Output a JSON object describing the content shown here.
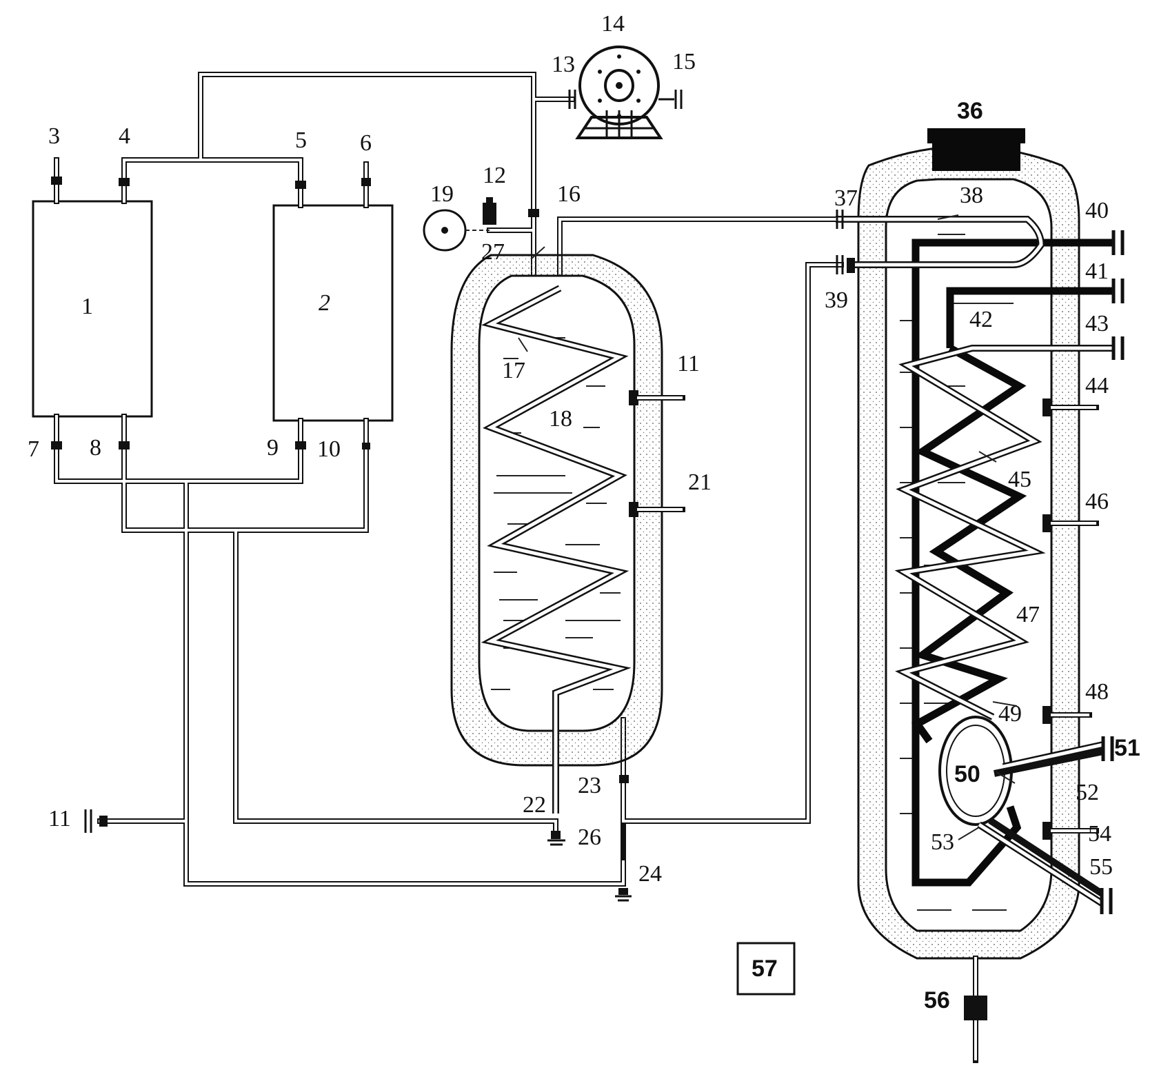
{
  "labels": {
    "l1": "1",
    "l2": "2",
    "l3": "3",
    "l4": "4",
    "l5": "5",
    "l6": "6",
    "l7": "7",
    "l8": "8",
    "l9": "9",
    "l10": "10",
    "l11a": "11",
    "l11b": "11",
    "l12": "12",
    "l13": "13",
    "l14": "14",
    "l15": "15",
    "l16": "16",
    "l17": "17",
    "l18": "18",
    "l19": "19",
    "l21": "21",
    "l22": "22",
    "l23": "23",
    "l24": "24",
    "l26": "26",
    "l27": "27",
    "l36": "36",
    "l37": "37",
    "l38": "38",
    "l39": "39",
    "l40": "40",
    "l41": "41",
    "l42": "42",
    "l43": "43",
    "l44": "44",
    "l45": "45",
    "l46": "46",
    "l47": "47",
    "l48": "48",
    "l49": "49",
    "l50": "50",
    "l51": "51",
    "l52": "52",
    "l53": "53",
    "l54": "54",
    "l55": "55",
    "l56": "56",
    "l57": "57"
  }
}
